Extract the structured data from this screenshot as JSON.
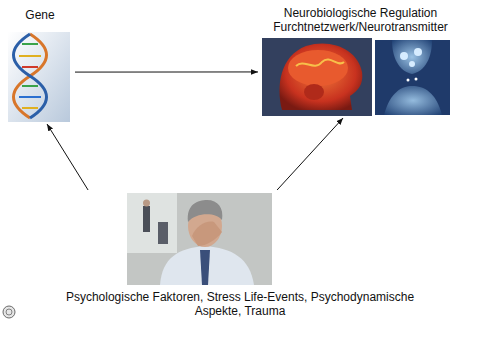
{
  "diagram": {
    "nodes": [
      {
        "text": [
          "Gene"
        ]
      },
      {
        "text": [
          "Neurobiologische Regulation Furchtnetzwerk/Neurotransmitter"
        ]
      },
      {
        "text": [
          "Psychologische Faktoren, Stress Life-Events, Psychodynamische Aspekte, Trauma"
        ]
      }
    ],
    "edges": [
      {
        "from": 0,
        "to": 1,
        "arrow": "to"
      },
      {
        "from": 2,
        "to": 0,
        "arrow": "to"
      },
      {
        "from": 2,
        "to": 1,
        "arrow": "to"
      }
    ]
  }
}
